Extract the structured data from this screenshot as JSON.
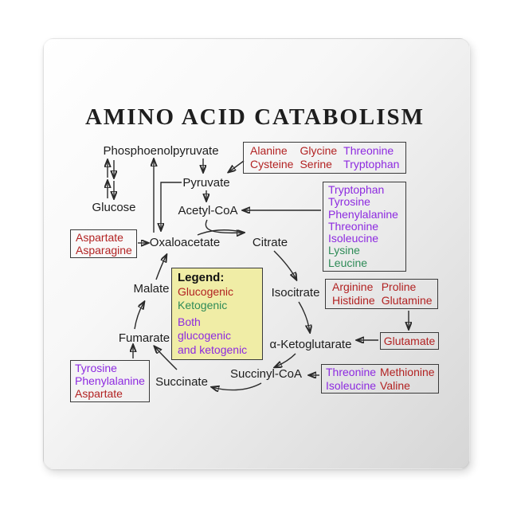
{
  "title": "AMINO ACID CATABOLISM",
  "colors": {
    "glucogenic": "#b22222",
    "ketogenic": "#2e8b57",
    "both": "#8d2ae0",
    "ink": "#1d1d1d",
    "legend_bg": "#f0eda6",
    "tile_light": "#ffffff",
    "tile_dark": "#d6d6d6"
  },
  "metabolites": {
    "pep": "Phosphoenolpyruvate",
    "glucose": "Glucose",
    "pyruvate": "Pyruvate",
    "acetyl_coa": "Acetyl-CoA",
    "oxaloacetate": "Oxaloacetate",
    "citrate": "Citrate",
    "isocitrate": "Isocitrate",
    "alpha_ketoglutarate": "α-Ketoglutarate",
    "succinyl_coa": "Succinyl-CoA",
    "succinate": "Succinate",
    "fumarate": "Fumarate",
    "malate": "Malate"
  },
  "legend": {
    "heading": "Legend:",
    "items": [
      {
        "label": "Glucogenic",
        "category": "glucogenic"
      },
      {
        "label": "Ketogenic",
        "category": "ketogenic"
      },
      {
        "label": "Both glucogenic",
        "category": "both"
      },
      {
        "label": "and ketogenic",
        "category": "both"
      }
    ]
  },
  "amino_acid_boxes": {
    "to_pyruvate": {
      "rows": [
        [
          {
            "text": "Alanine",
            "category": "glucogenic"
          },
          {
            "text": "Glycine",
            "category": "glucogenic"
          },
          {
            "text": "Threonine",
            "category": "both"
          }
        ],
        [
          {
            "text": "Cysteine",
            "category": "glucogenic"
          },
          {
            "text": "Serine",
            "category": "glucogenic"
          },
          {
            "text": "Tryptophan",
            "category": "both"
          }
        ]
      ]
    },
    "to_acetyl_coa": {
      "items": [
        {
          "text": "Tryptophan",
          "category": "both"
        },
        {
          "text": "Tyrosine",
          "category": "both"
        },
        {
          "text": "Phenylalanine",
          "category": "both"
        },
        {
          "text": "Threonine",
          "category": "both"
        },
        {
          "text": "Isoleucine",
          "category": "both"
        },
        {
          "text": "Lysine",
          "category": "ketogenic"
        },
        {
          "text": "Leucine",
          "category": "ketogenic"
        }
      ]
    },
    "to_oxaloacetate": {
      "items": [
        {
          "text": "Aspartate",
          "category": "glucogenic"
        },
        {
          "text": "Asparagine",
          "category": "glucogenic"
        }
      ]
    },
    "to_glutamate": {
      "rows": [
        [
          {
            "text": "Arginine",
            "category": "glucogenic"
          },
          {
            "text": "Proline",
            "category": "glucogenic"
          }
        ],
        [
          {
            "text": "Histidine",
            "category": "glucogenic"
          },
          {
            "text": "Glutamine",
            "category": "glucogenic"
          }
        ]
      ]
    },
    "glutamate": {
      "text": "Glutamate",
      "category": "glucogenic"
    },
    "to_fumarate": {
      "items": [
        {
          "text": "Tyrosine",
          "category": "both"
        },
        {
          "text": "Phenylalanine",
          "category": "both"
        },
        {
          "text": "Aspartate",
          "category": "glucogenic"
        }
      ]
    },
    "to_succinyl_coa": {
      "rows": [
        [
          {
            "text": "Threonine",
            "category": "both"
          },
          {
            "text": "Methionine",
            "category": "glucogenic"
          }
        ],
        [
          {
            "text": "Isoleucine",
            "category": "both"
          },
          {
            "text": "Valine",
            "category": "glucogenic"
          }
        ]
      ]
    }
  }
}
